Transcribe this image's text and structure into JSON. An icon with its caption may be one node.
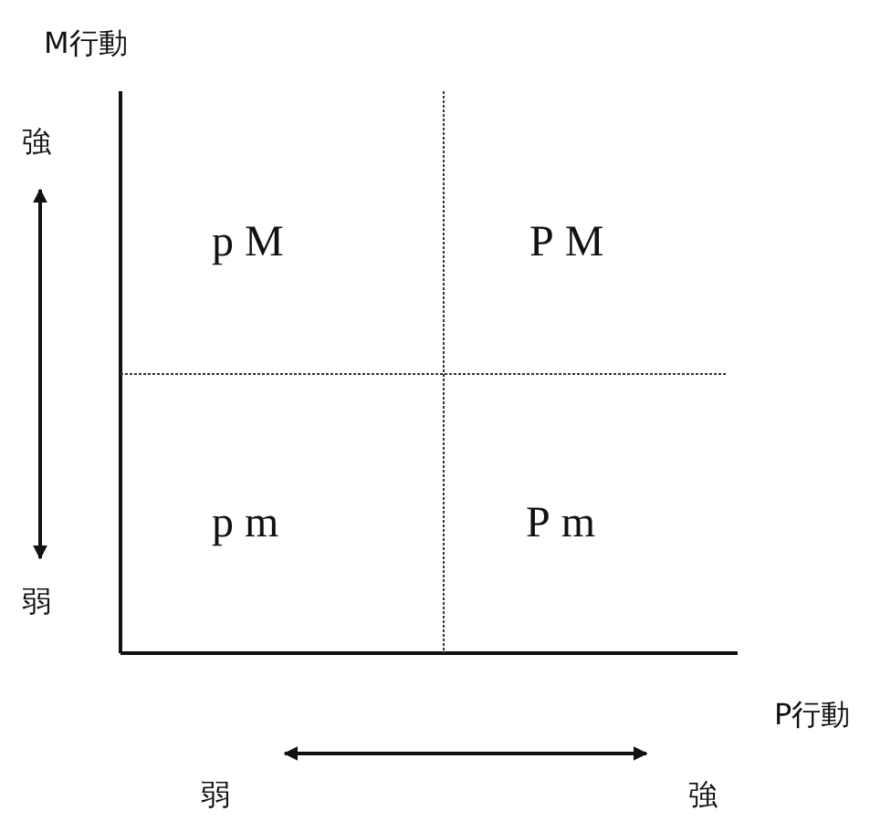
{
  "diagram": {
    "labels": [
      "M行動",
      "強",
      "pM",
      "PM",
      "pm",
      "Pm",
      "弱",
      "P行動",
      "弱",
      "強"
    ]
  }
}
